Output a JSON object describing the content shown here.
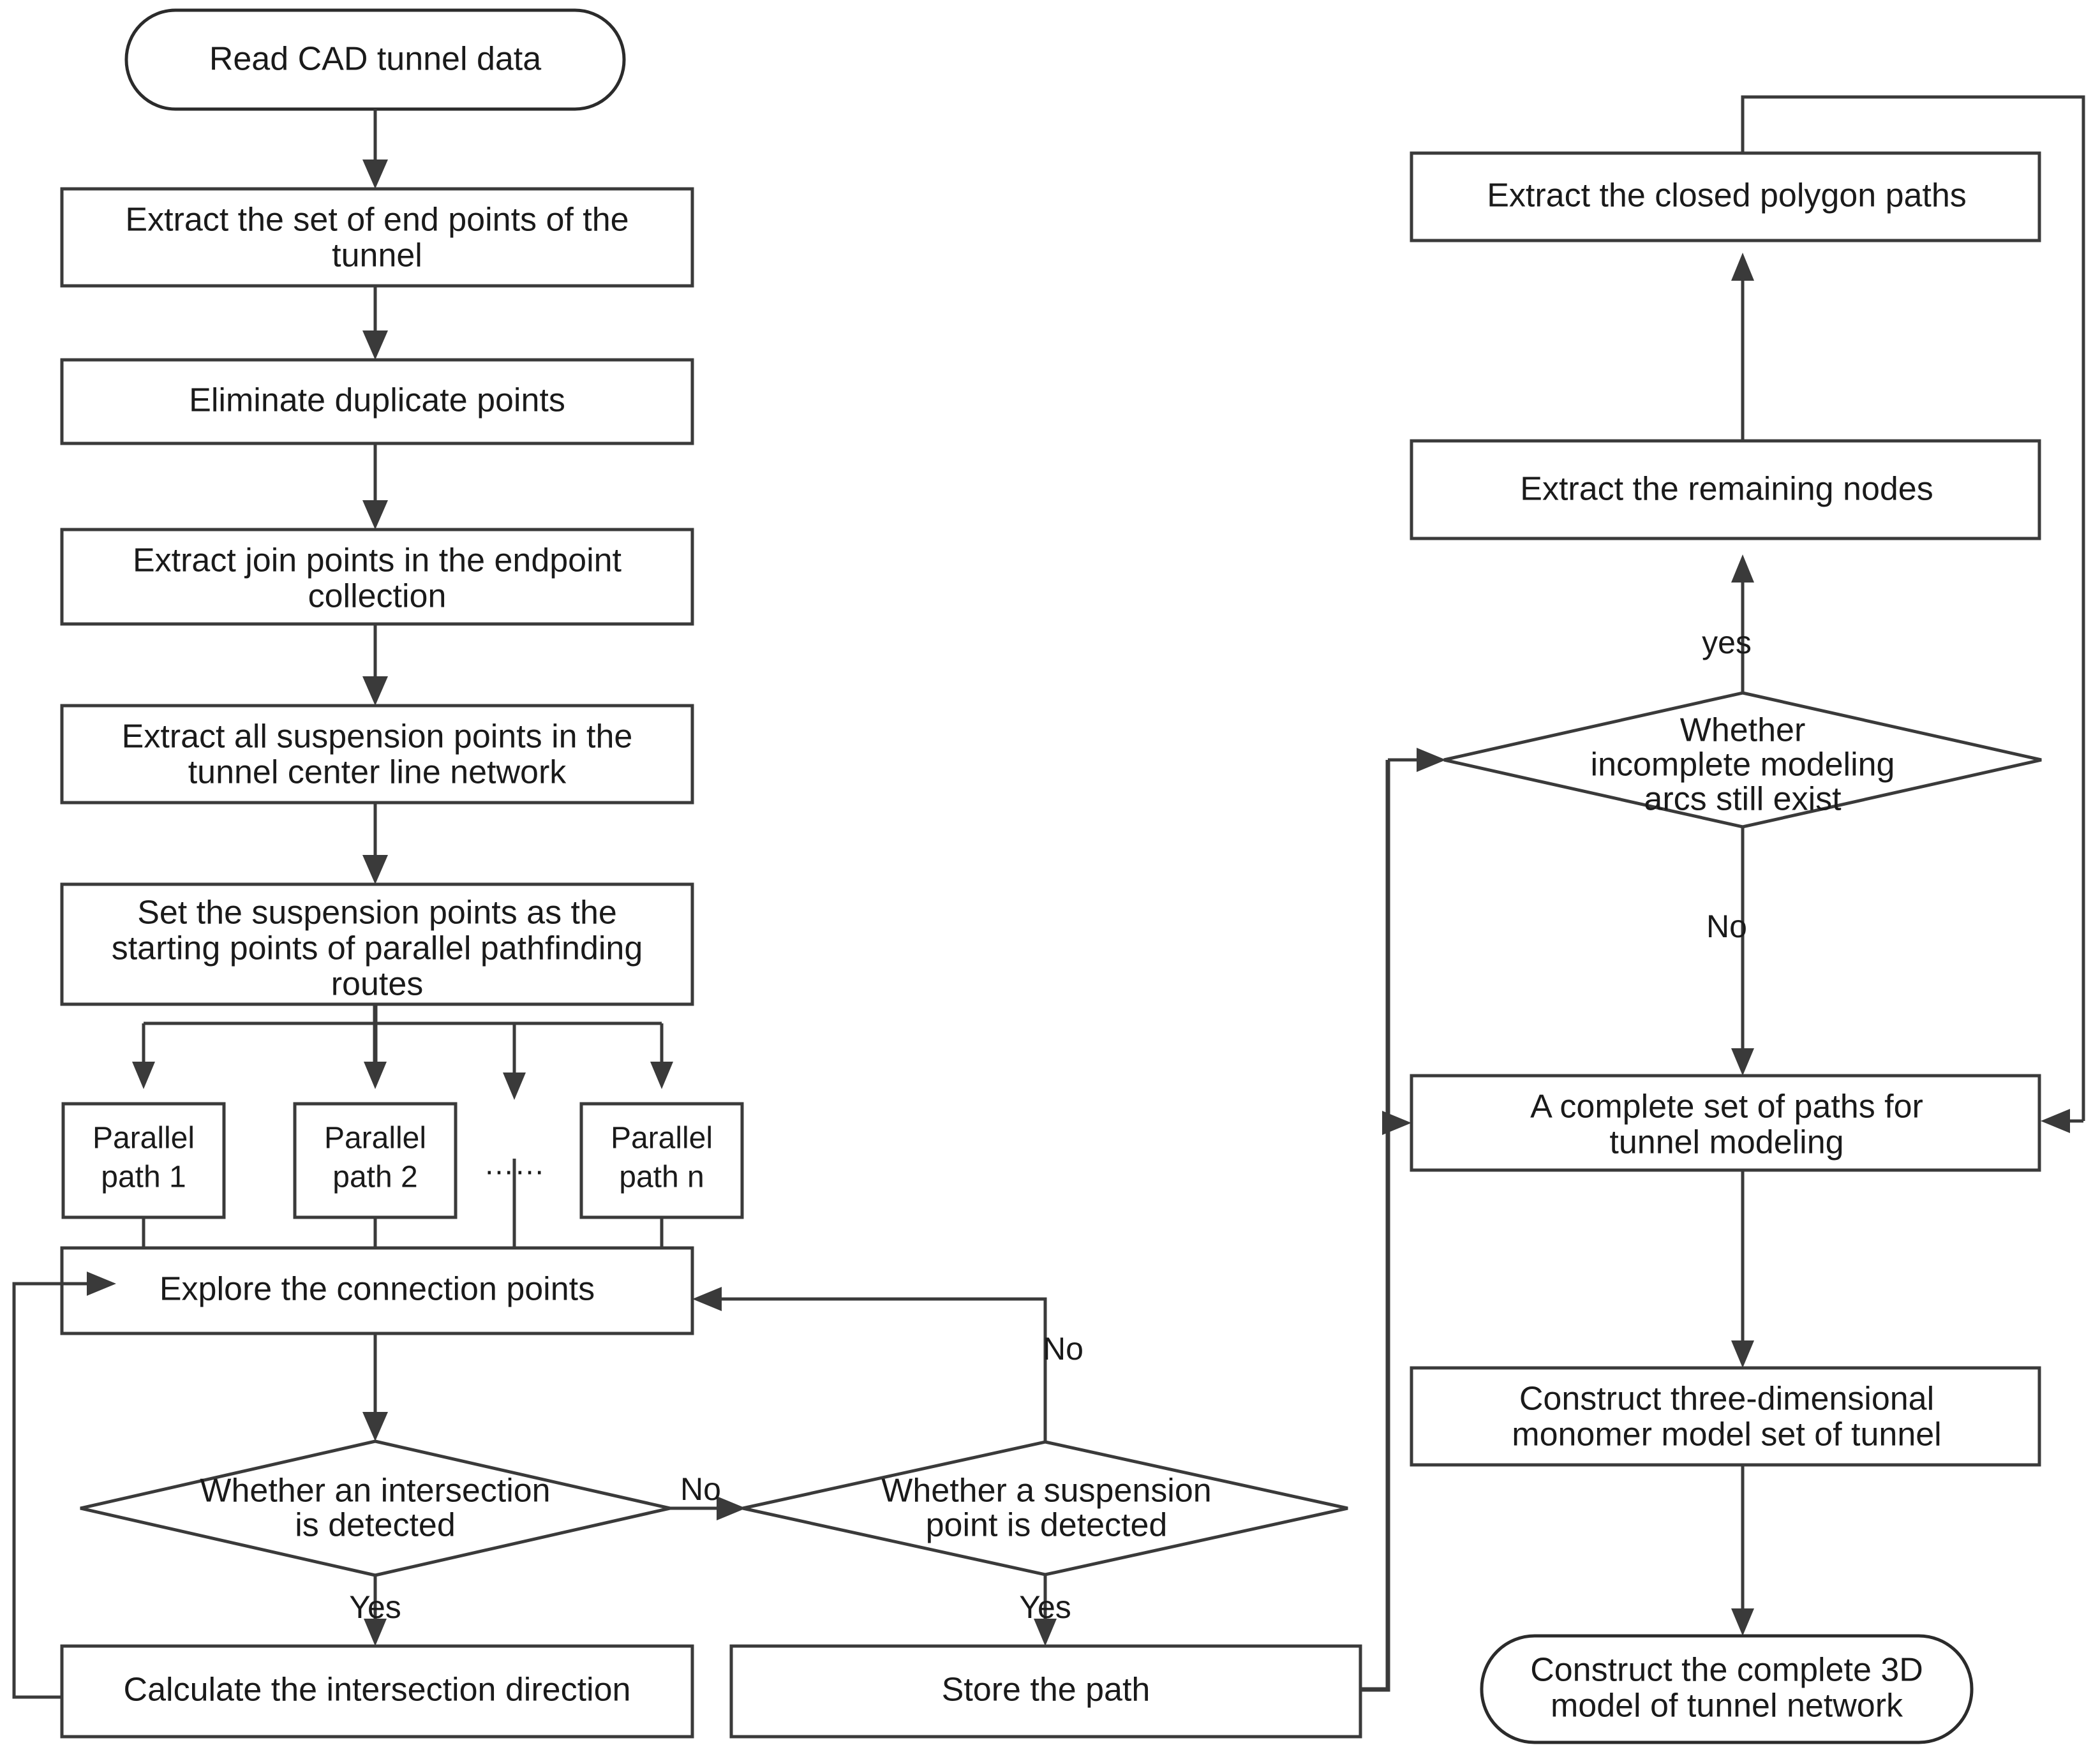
{
  "diagram": {
    "type": "flowchart",
    "title": "Tunnel 3D modeling pathfinding flowchart",
    "colors": {
      "background": "#ffffff",
      "stroke": "#3a3a3a",
      "text": "#1a1a1a"
    }
  },
  "nodes": {
    "read_cad": {
      "label": "Read CAD tunnel data",
      "shape": "terminator"
    },
    "extract_endpoints_l1": {
      "label": "Extract the set of end points of the",
      "shape": "process"
    },
    "extract_endpoints_l2": {
      "label": "tunnel",
      "shape": "process"
    },
    "eliminate_dup": {
      "label": "Eliminate duplicate points",
      "shape": "process"
    },
    "extract_join_l1": {
      "label": "Extract join points in the endpoint",
      "shape": "process"
    },
    "extract_join_l2": {
      "label": "collection",
      "shape": "process"
    },
    "extract_susp_l1": {
      "label": "Extract all suspension points in the",
      "shape": "process"
    },
    "extract_susp_l2": {
      "label": "tunnel center line network",
      "shape": "process"
    },
    "set_susp_l1": {
      "label": "Set the suspension points as the",
      "shape": "process"
    },
    "set_susp_l2": {
      "label": "starting points of parallel pathfinding",
      "shape": "process"
    },
    "set_susp_l3": {
      "label": "routes",
      "shape": "process"
    },
    "parallel_1_l1": {
      "label": "Parallel",
      "shape": "process"
    },
    "parallel_1_l2": {
      "label": "path 1",
      "shape": "process"
    },
    "parallel_2_l1": {
      "label": "Parallel",
      "shape": "process"
    },
    "parallel_2_l2": {
      "label": "path 2",
      "shape": "process"
    },
    "parallel_n_l1": {
      "label": "Parallel",
      "shape": "process"
    },
    "parallel_n_l2": {
      "label": "path n",
      "shape": "process"
    },
    "ellipsis": {
      "label": "……",
      "shape": "text"
    },
    "explore_conn": {
      "label": "Explore the connection points",
      "shape": "process"
    },
    "dec_intersect_l1": {
      "label": "Whether an intersection",
      "shape": "decision"
    },
    "dec_intersect_l2": {
      "label": "is detected",
      "shape": "decision"
    },
    "dec_susp_l1": {
      "label": "Whether a suspension",
      "shape": "decision"
    },
    "dec_susp_l2": {
      "label": "point is detected",
      "shape": "decision"
    },
    "calc_dir": {
      "label": "Calculate the intersection direction",
      "shape": "process"
    },
    "store_path": {
      "label": "Store the path",
      "shape": "process"
    },
    "extract_polygon": {
      "label": "Extract the closed polygon paths",
      "shape": "process"
    },
    "extract_remaining": {
      "label": "Extract the remaining nodes",
      "shape": "process"
    },
    "dec_arcs_l1": {
      "label": "Whether",
      "shape": "decision"
    },
    "dec_arcs_l2": {
      "label": "incomplete modeling",
      "shape": "decision"
    },
    "dec_arcs_l3": {
      "label": "arcs still exist",
      "shape": "decision"
    },
    "complete_paths_l1": {
      "label": "A complete set of paths for",
      "shape": "process"
    },
    "complete_paths_l2": {
      "label": "tunnel modeling",
      "shape": "process"
    },
    "construct_mono_l1": {
      "label": "Construct three-dimensional",
      "shape": "process"
    },
    "construct_mono_l2": {
      "label": "monomer model set of tunnel",
      "shape": "process"
    },
    "construct_3d_l1": {
      "label": "Construct the complete 3D",
      "shape": "terminator"
    },
    "construct_3d_l2": {
      "label": "model of tunnel network",
      "shape": "terminator"
    }
  },
  "edge_labels": {
    "no_intersect": "No",
    "yes_intersect": "Yes",
    "no_susp": "No",
    "yes_susp": "Yes",
    "yes_arcs": "yes",
    "no_arcs": "No"
  }
}
